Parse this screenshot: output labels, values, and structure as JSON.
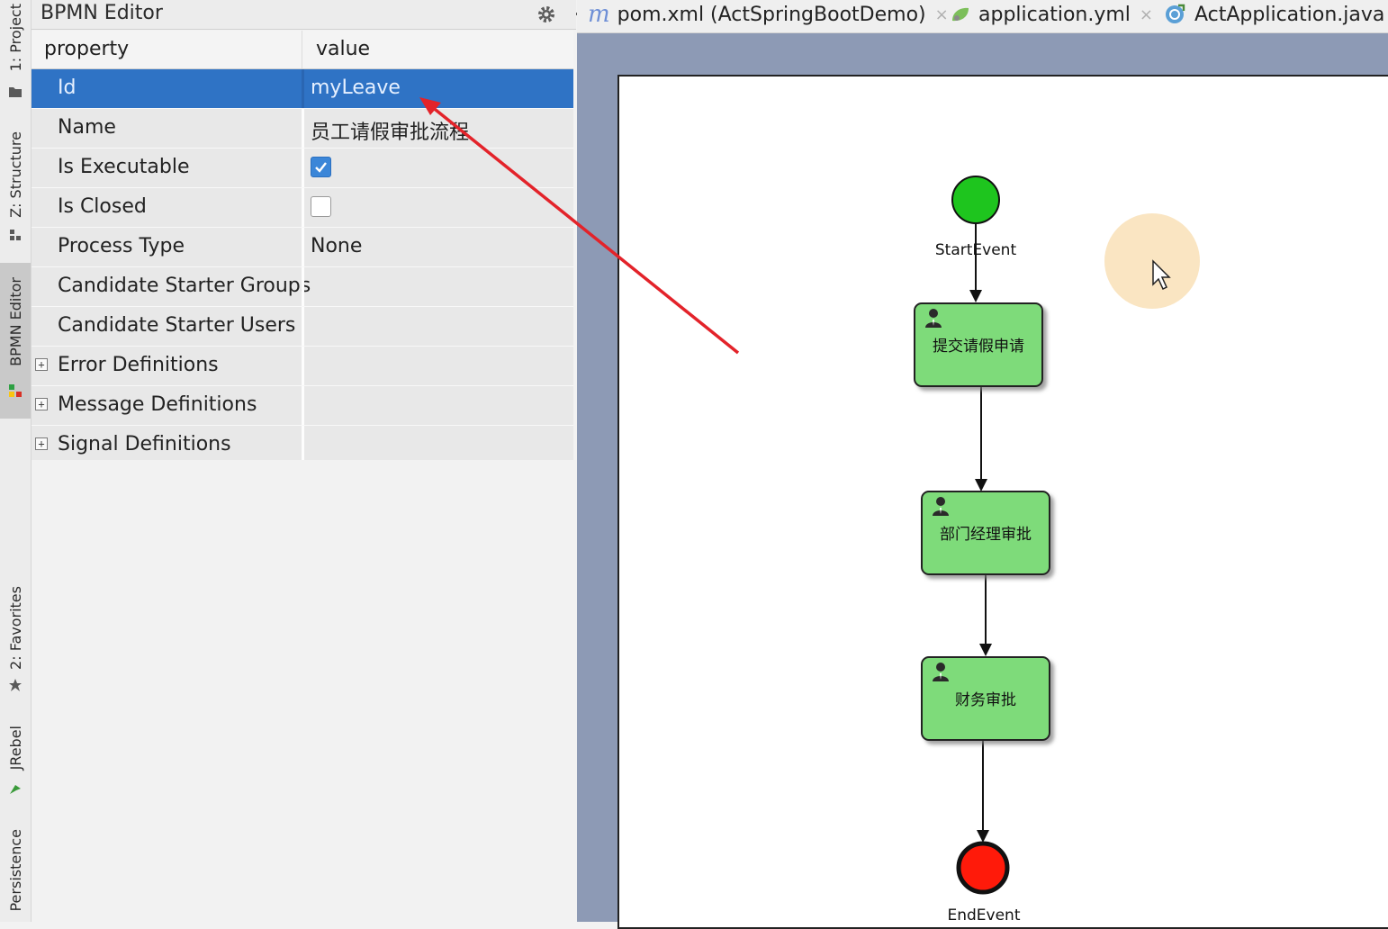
{
  "tool_strip": {
    "tabs": [
      {
        "label": "1: Project",
        "icon": "folder-icon"
      },
      {
        "label": "Z: Structure",
        "icon": "structure-icon"
      },
      {
        "label": "BPMN Editor",
        "icon": "bpmn-icon",
        "active": true
      },
      {
        "label": "2: Favorites",
        "icon": "star-icon"
      },
      {
        "label": "JRebel",
        "icon": "jrebel-icon"
      },
      {
        "label": "Persistence",
        "icon": "persistence-icon"
      }
    ]
  },
  "panel": {
    "title": "BPMN Editor",
    "gear_icon": "gear-icon",
    "minimize_icon": "minimize-icon"
  },
  "property_table": {
    "headers": {
      "property": "property",
      "value": "value"
    },
    "rows": [
      {
        "name": "Id",
        "value": "myLeave",
        "selected": true
      },
      {
        "name": "Name",
        "value": "员工请假审批流程"
      },
      {
        "name": "Is Executable",
        "type": "checkbox",
        "checked": true
      },
      {
        "name": "Is Closed",
        "type": "checkbox",
        "checked": false
      },
      {
        "name": "Process Type",
        "value": "None"
      },
      {
        "name": "Candidate Starter Groups",
        "value": ""
      },
      {
        "name": "Candidate Starter Users",
        "value": ""
      },
      {
        "name": "Error Definitions",
        "value": "",
        "expandable": true
      },
      {
        "name": "Message Definitions",
        "value": "",
        "expandable": true
      },
      {
        "name": "Signal Definitions",
        "value": "",
        "expandable": true
      }
    ],
    "expand_glyph": "+"
  },
  "editor_tabs": [
    {
      "label": "pom.xml (ActSpringBootDemo)",
      "icon": "maven-icon",
      "icon_glyph": "m",
      "close": "×"
    },
    {
      "label": "application.yml",
      "icon": "yaml-icon",
      "close": "×"
    },
    {
      "label": "ActApplication.java",
      "icon": "java-class-icon",
      "close": "×"
    }
  ],
  "diagram": {
    "start_event": {
      "label": "StartEvent",
      "color": "#1ec51e"
    },
    "tasks": [
      {
        "label": "提交请假申请",
        "icon": "user-task-icon"
      },
      {
        "label": "部门经理审批",
        "icon": "user-task-icon"
      },
      {
        "label": "财务审批",
        "icon": "user-task-icon"
      }
    ],
    "end_event": {
      "label": "EndEvent",
      "color": "#ff1a0a"
    },
    "task_fill": "#7edb7a",
    "annotation_arrow_color": "#e3232a"
  }
}
